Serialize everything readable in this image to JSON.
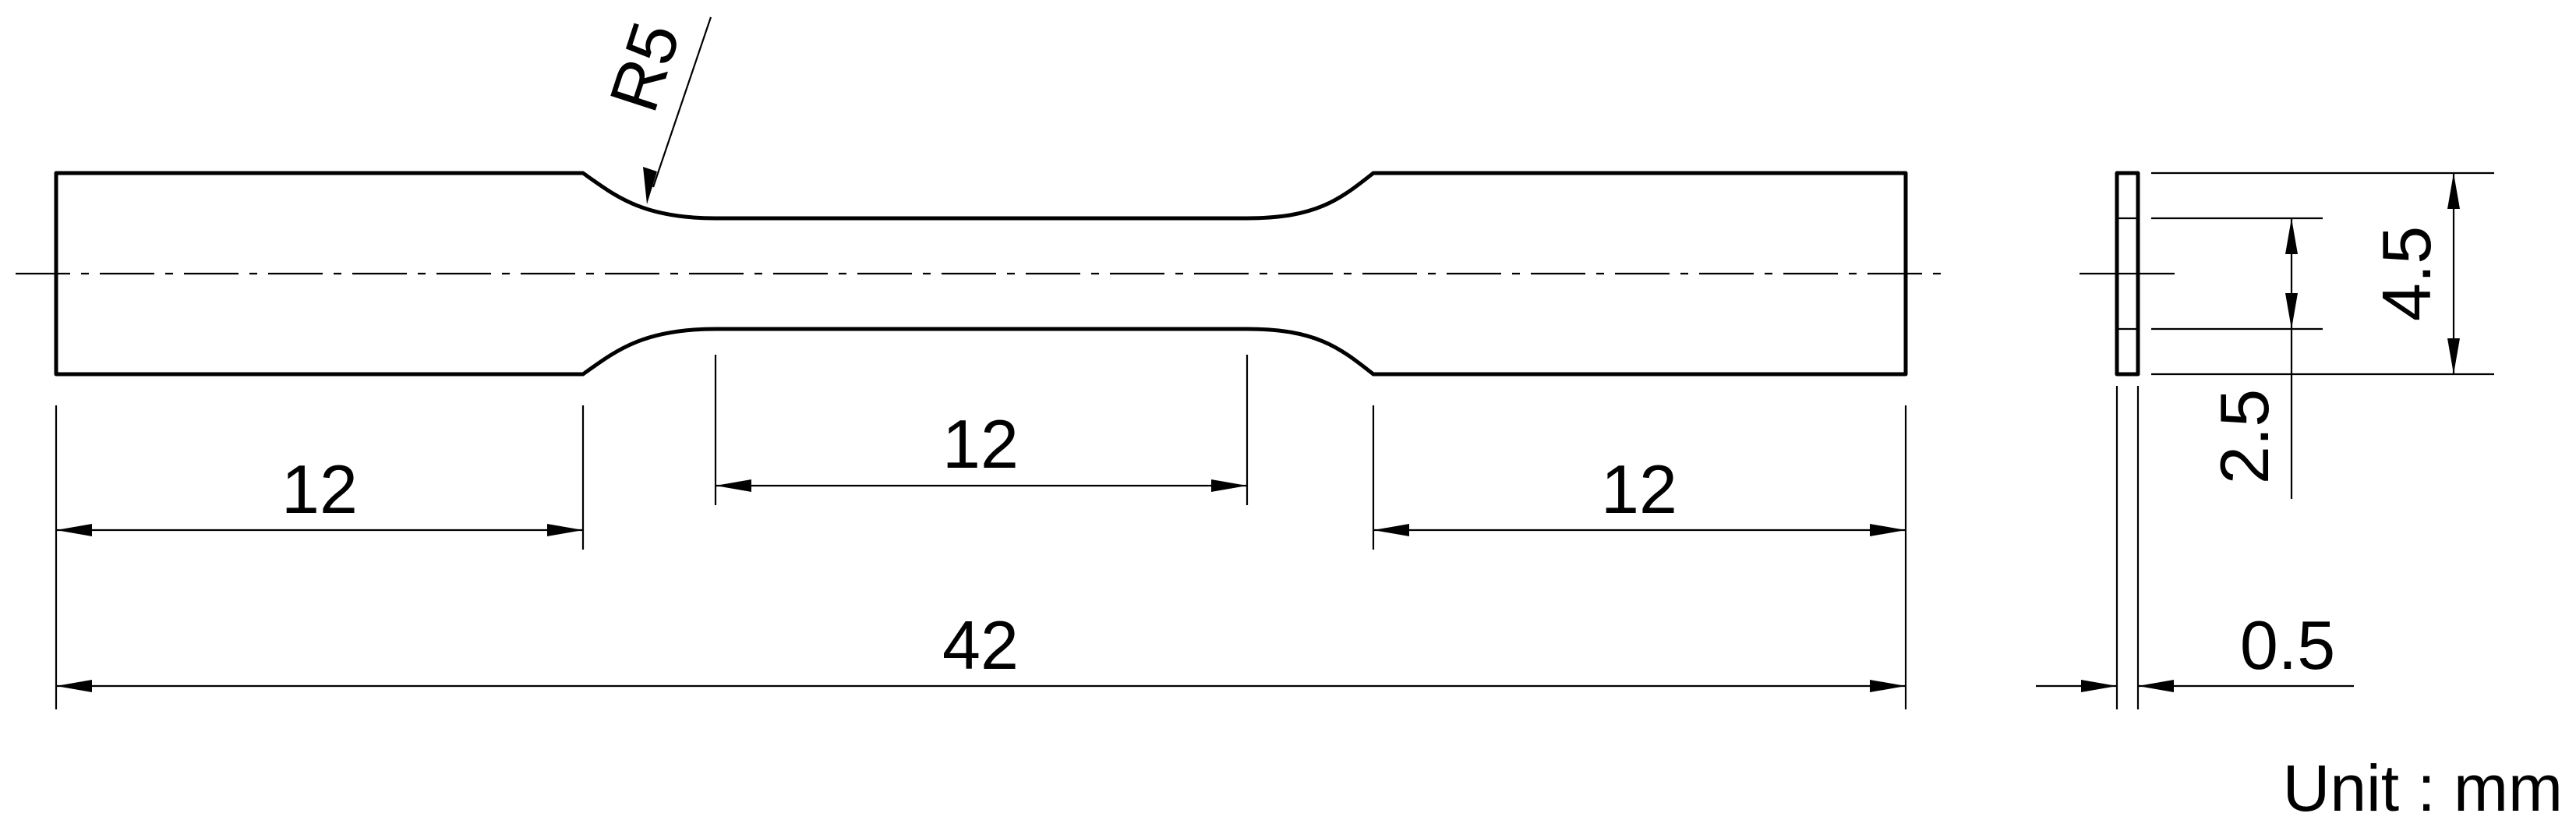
{
  "dimensions": {
    "grip_left": "12",
    "gauge_length": "12",
    "grip_right": "12",
    "overall_length": "42",
    "fillet_radius": "R5",
    "grip_width": "4.5",
    "gauge_width": "2.5",
    "thickness": "0.5"
  },
  "unit_label": "Unit : mm"
}
